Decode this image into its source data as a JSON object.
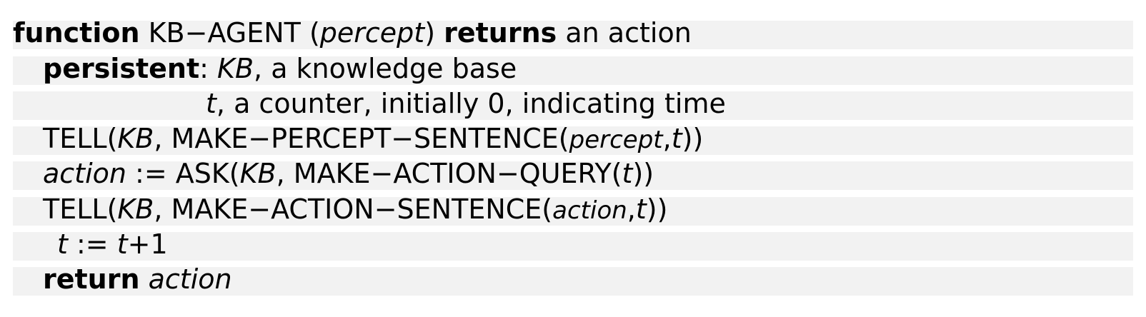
{
  "algorithm": {
    "line1": {
      "kw_function": "function",
      "name": "KB−AGENT (",
      "param": "percept",
      "close": ")",
      "kw_returns": "returns",
      "rest": "an action"
    },
    "line2": {
      "kw_persistent": "persistent",
      "colon": ": ",
      "var": "KB",
      "desc": ", a knowledge base"
    },
    "line3": {
      "var": "t",
      "desc": ", a counter, initially 0, indicating time"
    },
    "line4": {
      "p1": "TELL(",
      "v1": "KB",
      "p2": ", MAKE−PERCEPT−SENTENCE(",
      "v2": "percept",
      "p3": ",",
      "v3": "t",
      "p4": "))"
    },
    "line5": {
      "v1": "action",
      "p1": " := ASK(",
      "v2": "KB",
      "p2": ", MAKE−ACTION−QUERY(",
      "v3": "t",
      "p3": "))"
    },
    "line6": {
      "p1": "TELL(",
      "v1": "KB",
      "p2": ", MAKE−ACTION−SENTENCE(",
      "v2": "action",
      "p3": ",",
      "v3": "t",
      "p4": "))"
    },
    "line7": {
      "v1": "t",
      "p1": " := ",
      "v2": "t",
      "p2": "+1"
    },
    "line8": {
      "kw_return": "return",
      "var": "action"
    }
  }
}
